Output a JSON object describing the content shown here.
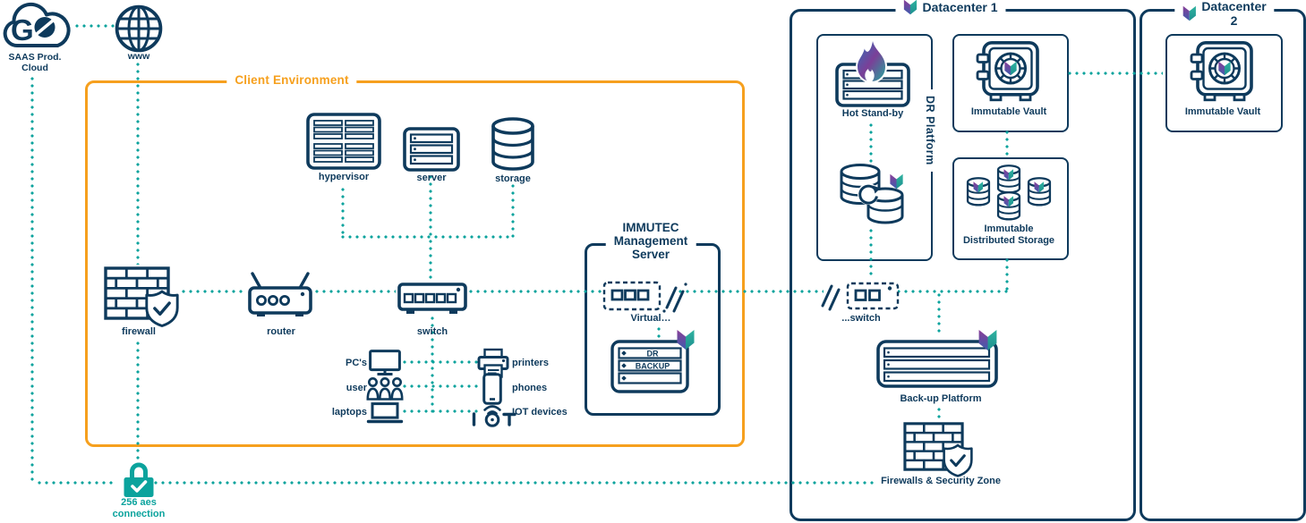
{
  "colors": {
    "navy": "#0E3A5C",
    "teal": "#0BA39D",
    "orange": "#F6A01E",
    "logo_purple": "#8A3E98",
    "logo_teal": "#2FB3A0"
  },
  "saas_cloud": {
    "label": "SAAS Prod.\nCloud",
    "logo_text": "G"
  },
  "www": {
    "label": "www"
  },
  "client_environment": {
    "title": "Client Environment",
    "nodes": {
      "hypervisor": "hypervisor",
      "server": "server",
      "storage": "storage",
      "firewall": "firewall",
      "router": "router",
      "switch": "switch"
    },
    "devices_left": [
      {
        "label": "PC's",
        "icon": "desktop-pc-icon"
      },
      {
        "label": "user",
        "icon": "users-icon"
      },
      {
        "label": "laptops",
        "icon": "laptop-icon"
      }
    ],
    "devices_right": [
      {
        "label": "printers",
        "icon": "printer-icon"
      },
      {
        "label": "phones",
        "icon": "smartphone-icon"
      },
      {
        "label": "IOT devices",
        "icon": "iot-icon"
      }
    ]
  },
  "immutec": {
    "title": "IMMUTEC\nManagement\nServer",
    "virtual_switch_label": "Virtual…",
    "slots": [
      "DR",
      "BACKUP",
      ""
    ]
  },
  "datacenter1": {
    "title": "Datacenter 1",
    "dr_platform_label": "DR Platform",
    "hot_standby": "Hot Stand-by",
    "immutable_vault": "Immutable Vault",
    "immutable_distributed_storage": "Immutable\nDistributed Storage",
    "virtual_switch_label": "...switch",
    "backup_platform": "Back-up Platform",
    "firewalls_zone": "Firewalls & Security Zone"
  },
  "datacenter2": {
    "title": "Datacenter 2",
    "immutable_vault": "Immutable Vault"
  },
  "encryption": {
    "label": "256 aes\nconnection"
  },
  "icons": {
    "saas-cloud-logo-icon": "cloud with GO logo",
    "www-globe-icon": "globe",
    "hypervisor-icon": "rack of 4 servers",
    "server-icon": "server",
    "storage-icon": "database cylinder",
    "firewall-icon": "brick wall with shield check",
    "router-icon": "router with antennas",
    "switch-icon": "network switch",
    "desktop-pc-icon": "desktop monitor",
    "users-icon": "three people",
    "laptop-icon": "laptop",
    "printer-icon": "printer",
    "smartphone-icon": "smartphone",
    "iot-icon": "IOT radio device",
    "virtual-switch-icon": "dashed virtual switch with slashes",
    "management-server-icon": "server with DR and BACKUP slots",
    "immutec-logo-mark": "purple-teal shield mark",
    "hot-standby-icon": "server with flame",
    "replication-storage-icon": "two databases with sync arrow",
    "vault-icon": "safe with dial",
    "distributed-storage-icon": "four databases",
    "backup-platform-icon": "wide server with three slots",
    "firewalls-zone-icon": "brick wall with shield check",
    "lock-icon": "teal padlock with check"
  }
}
